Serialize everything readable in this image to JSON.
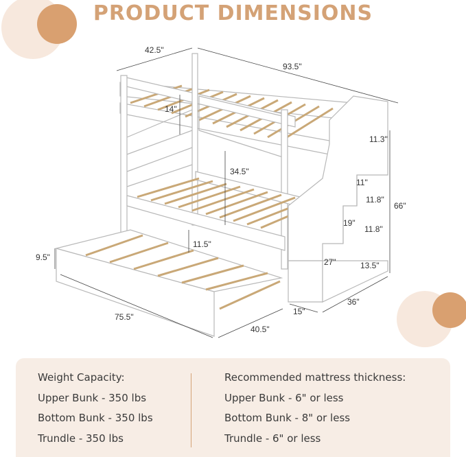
{
  "title": "PRODUCT DIMENSIONS",
  "colors": {
    "accent": "#d4a276",
    "circle_light": "#f7e8dd",
    "circle_dark": "#d9a070",
    "panel": "#f7ede5"
  },
  "dimensions": {
    "depth": "42.5\"",
    "length": "93.5\"",
    "upper_rail": "14\"",
    "bunk_clearance": "34.5\"",
    "step_top": "11.3\"",
    "step_width": "11\"",
    "step_2": "11.8\"",
    "step_depth": "19\"",
    "step_3": "11.8\"",
    "overall_height": "66\"",
    "bottom_rail": "11.5\"",
    "trundle_height": "9.5\"",
    "stair_depth": "27\"",
    "step_bottom": "13.5\"",
    "trundle_length": "75.5\"",
    "trundle_width": "40.5\"",
    "stair_width": "15\"",
    "stair_length": "36\""
  },
  "specs": {
    "weight": [
      "Weight Capacity:",
      "Upper Bunk - 350 lbs",
      "Bottom Bunk - 350 lbs",
      "Trundle - 350 lbs"
    ],
    "mattress": [
      "Recommended mattress thickness:",
      "Upper Bunk - 6\" or less",
      "Bottom Bunk - 8\" or less",
      "Trundle - 6\" or less"
    ]
  }
}
